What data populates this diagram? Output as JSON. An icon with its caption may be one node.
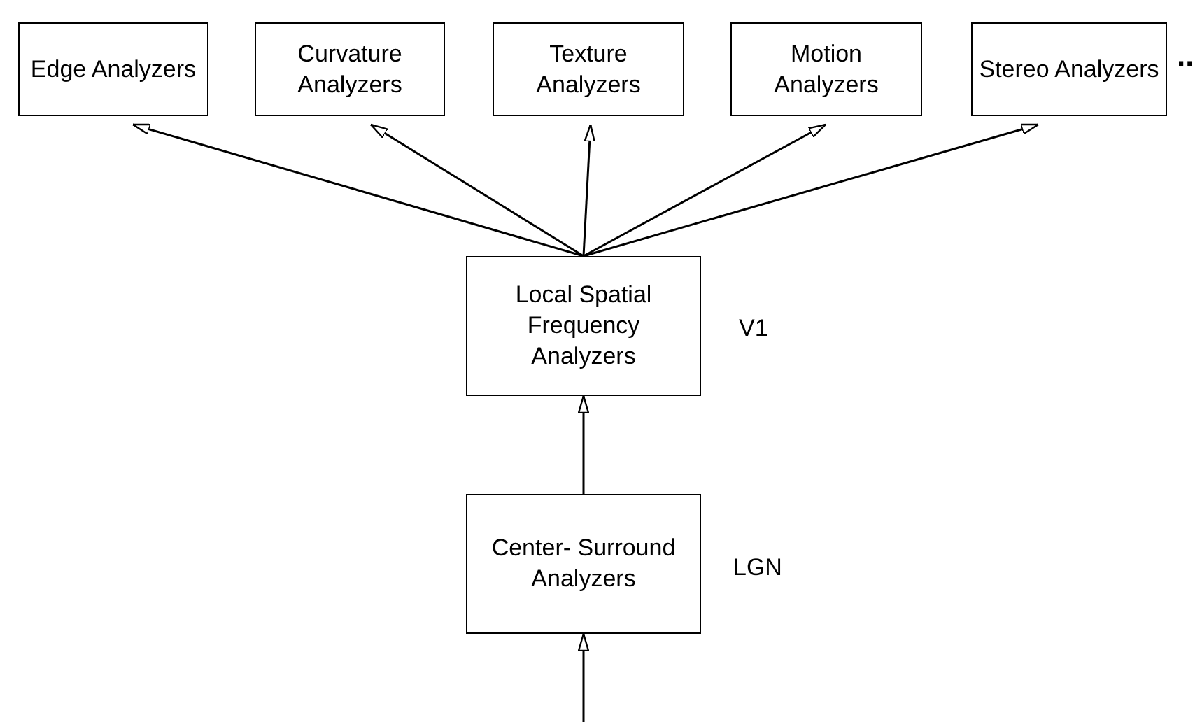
{
  "diagram": {
    "nodes": [
      {
        "text": [
          "Edge Analyzers"
        ]
      },
      {
        "text": [
          "Curvature Analyzers"
        ]
      },
      {
        "text": [
          "Texture Analyzers"
        ]
      },
      {
        "text": [
          "Motion Analyzers"
        ]
      },
      {
        "text": [
          "Stereo Analyzers"
        ]
      },
      {
        "text": [
          "Local Spatial Frequency Analyzers"
        ],
        "beside": [
          "V1"
        ]
      },
      {
        "text": [
          "Center- Surround Analyzers"
        ],
        "beside": [
          "LGN"
        ]
      }
    ],
    "edges": [
      {
        "from": 5,
        "to": 0,
        "arrow": "to"
      },
      {
        "from": 5,
        "to": 1,
        "arrow": "to"
      },
      {
        "from": 5,
        "to": 2,
        "arrow": "to"
      },
      {
        "from": 5,
        "to": 3,
        "arrow": "to"
      },
      {
        "from": 5,
        "to": 4,
        "arrow": "to"
      },
      {
        "from": 6,
        "to": 5,
        "arrow": "to"
      },
      {
        "from": null,
        "to": 6,
        "arrow": "to"
      }
    ],
    "labels": [
      ".."
    ]
  }
}
